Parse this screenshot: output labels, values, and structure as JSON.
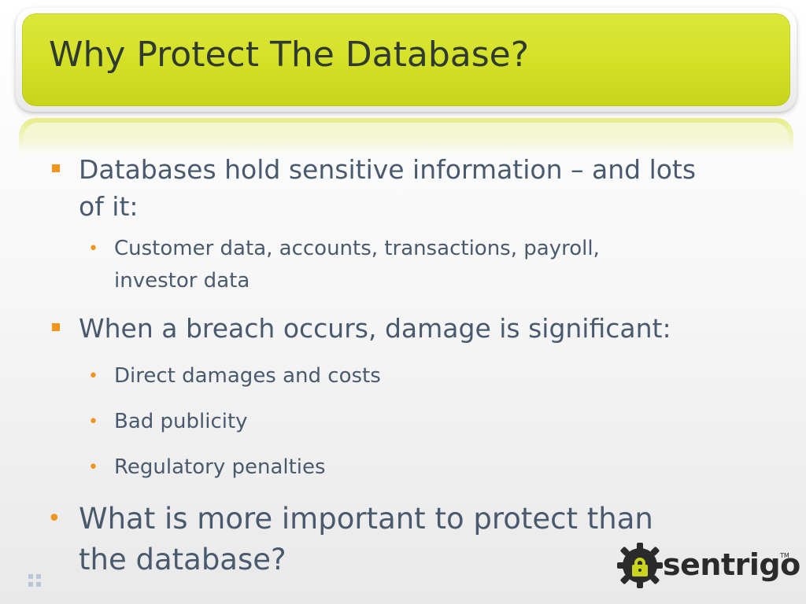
{
  "slide": {
    "title": "Why Protect The Database?",
    "bullets": [
      {
        "level": 1,
        "marker": "square",
        "lines": [
          "Databases hold sensitive information – and lots",
          "of it:"
        ]
      },
      {
        "level": 2,
        "marker": "dot",
        "lines": [
          "Customer data, accounts, transactions, payroll,",
          "investor data"
        ]
      },
      {
        "level": 1,
        "marker": "square",
        "lines": [
          "When a breach occurs, damage is significant:"
        ]
      },
      {
        "level": 2,
        "marker": "dot",
        "lines": [
          "Direct damages and costs"
        ]
      },
      {
        "level": 2,
        "marker": "dot",
        "lines": [
          "Bad publicity"
        ]
      },
      {
        "level": 2,
        "marker": "dot",
        "lines": [
          "Regulatory penalties"
        ]
      },
      {
        "level": 1,
        "marker": "dot",
        "lines": [
          "What is more important to protect than",
          "the database?"
        ]
      }
    ]
  },
  "logo": {
    "name": "sentrigo",
    "trademark": "TM",
    "icon": "gear-lock-icon"
  },
  "decor": {
    "corner_icon": "grid-dots-icon"
  },
  "colors": {
    "title_band": "#d4e026",
    "title_text": "#2f3b30",
    "body_text": "#4a5a6e",
    "bullet_marker": "#f0961f"
  }
}
